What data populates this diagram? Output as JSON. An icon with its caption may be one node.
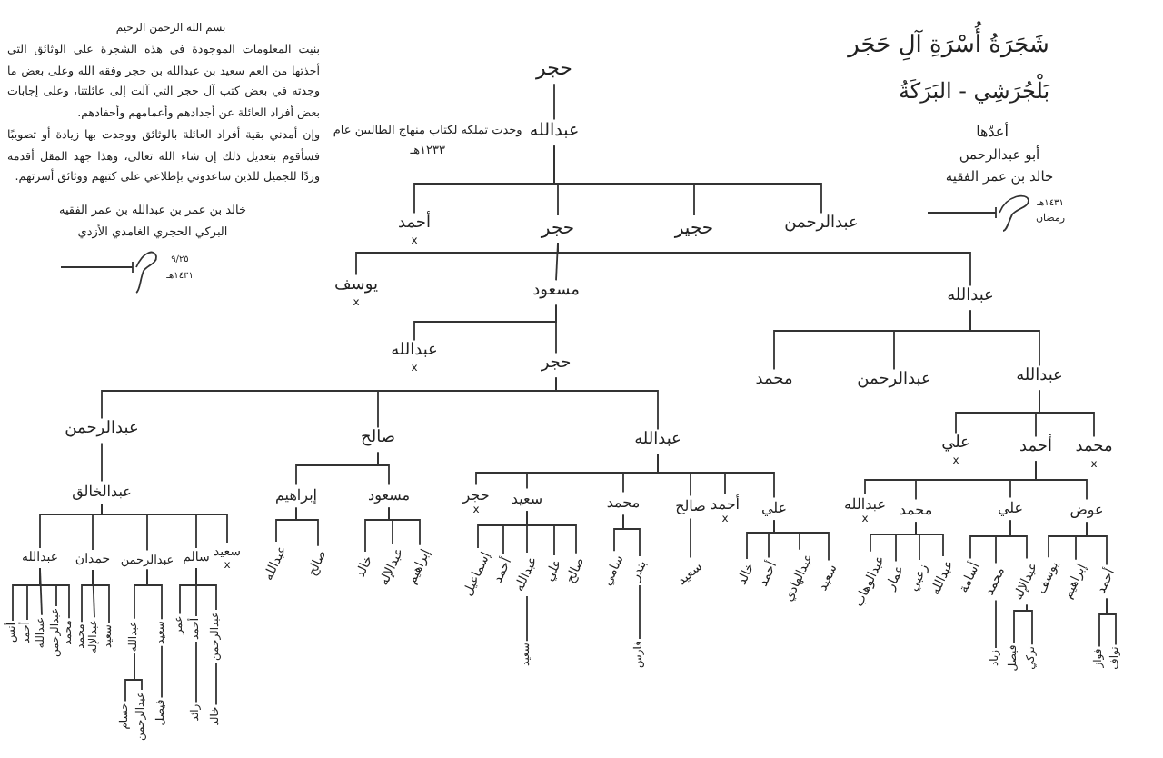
{
  "diagram": {
    "title": "شَجَرَةُ أُسْرَةِ آلِ حَجَر",
    "nodes": [
      {
        "text": [
          "حجر"
        ]
      },
      {
        "text": [
          "عبدالله"
        ],
        "beside": [
          "وجدت تملكه لكتاب منهاج الطالبين عام ١٢٣٣هـ"
        ]
      },
      {
        "text": [
          "عبدالرحمن"
        ]
      },
      {
        "text": [
          "حجير"
        ]
      },
      {
        "text": [
          "حجر"
        ]
      },
      {
        "text": [
          "أحمد"
        ],
        "beside": [
          "x"
        ]
      },
      {
        "text": [
          "عبدالله"
        ]
      },
      {
        "text": [
          "مسعود"
        ]
      },
      {
        "text": [
          "يوسف"
        ],
        "beside": [
          "x"
        ]
      },
      {
        "text": [
          "عبدالله"
        ]
      },
      {
        "text": [
          "عبدالرحمن"
        ]
      },
      {
        "text": [
          "محمد"
        ]
      },
      {
        "text": [
          "محمد"
        ],
        "beside": [
          "x"
        ]
      },
      {
        "text": [
          "أحمد"
        ]
      },
      {
        "text": [
          "علي"
        ],
        "beside": [
          "x"
        ]
      },
      {
        "text": [
          "عوض"
        ]
      },
      {
        "text": [
          "علي"
        ]
      },
      {
        "text": [
          "محمد"
        ]
      },
      {
        "text": [
          "عبدالله"
        ],
        "beside": [
          "x"
        ]
      },
      {
        "text": [
          "أحمد"
        ]
      },
      {
        "text": [
          "إبراهيم"
        ]
      },
      {
        "text": [
          "يوسف"
        ]
      },
      {
        "text": [
          "نواف"
        ]
      },
      {
        "text": [
          "فواز"
        ]
      },
      {
        "text": [
          "عبدالإله"
        ]
      },
      {
        "text": [
          "محمد"
        ]
      },
      {
        "text": [
          "أسامة"
        ]
      },
      {
        "text": [
          "تركي"
        ]
      },
      {
        "text": [
          "فيصل"
        ]
      },
      {
        "text": [
          "زياد"
        ]
      },
      {
        "text": [
          "عبدالله"
        ]
      },
      {
        "text": [
          "زعبي"
        ]
      },
      {
        "text": [
          "عمار"
        ]
      },
      {
        "text": [
          "عبدالوهاب"
        ]
      },
      {
        "text": [
          "حجر"
        ]
      },
      {
        "text": [
          "عبدالله"
        ],
        "beside": [
          "x"
        ]
      },
      {
        "text": [
          "عبدالله"
        ]
      },
      {
        "text": [
          "صالح"
        ]
      },
      {
        "text": [
          "عبدالرحمن"
        ]
      },
      {
        "text": [
          "علي"
        ]
      },
      {
        "text": [
          "أحمد"
        ],
        "beside": [
          "x"
        ]
      },
      {
        "text": [
          "صالح"
        ]
      },
      {
        "text": [
          "محمد"
        ]
      },
      {
        "text": [
          "سعيد"
        ]
      },
      {
        "text": [
          "حجر"
        ],
        "beside": [
          "x"
        ]
      },
      {
        "text": [
          "سعيد"
        ]
      },
      {
        "text": [
          "عبدالهادي"
        ]
      },
      {
        "text": [
          "أحمد"
        ]
      },
      {
        "text": [
          "خالد"
        ]
      },
      {
        "text": [
          "سعيد"
        ]
      },
      {
        "text": [
          "بندر"
        ]
      },
      {
        "text": [
          "سامي"
        ]
      },
      {
        "text": [
          "فارس"
        ]
      },
      {
        "text": [
          "صالح"
        ]
      },
      {
        "text": [
          "علي"
        ]
      },
      {
        "text": [
          "عبدالله"
        ]
      },
      {
        "text": [
          "أحمد"
        ]
      },
      {
        "text": [
          "إسماعيل"
        ]
      },
      {
        "text": [
          "سعيد"
        ]
      },
      {
        "text": [
          "مسعود"
        ]
      },
      {
        "text": [
          "إبراهيم"
        ]
      },
      {
        "text": [
          "إبراهيم"
        ]
      },
      {
        "text": [
          "عبدالإله"
        ]
      },
      {
        "text": [
          "خالد"
        ]
      },
      {
        "text": [
          "صالح"
        ]
      },
      {
        "text": [
          "عبدالله"
        ]
      },
      {
        "text": [
          "عبدالخالق"
        ]
      },
      {
        "text": [
          "سعيد"
        ],
        "beside": [
          "x"
        ]
      },
      {
        "text": [
          "سالم"
        ]
      },
      {
        "text": [
          "عبدالرحمن"
        ]
      },
      {
        "text": [
          "حمدان"
        ]
      },
      {
        "text": [
          "عبدالله"
        ]
      },
      {
        "text": [
          "محمد"
        ]
      },
      {
        "text": [
          "عبدالرحمن"
        ]
      },
      {
        "text": [
          "عبدالله"
        ]
      },
      {
        "text": [
          "أحمد"
        ]
      },
      {
        "text": [
          "أنس"
        ]
      },
      {
        "text": [
          "سعيد"
        ]
      },
      {
        "text": [
          "عبدالإله"
        ]
      },
      {
        "text": [
          "محمد"
        ]
      },
      {
        "text": [
          "سعيد"
        ]
      },
      {
        "text": [
          "عبدالله"
        ]
      },
      {
        "text": [
          "عبدالرحمن"
        ]
      },
      {
        "text": [
          "حسام"
        ]
      },
      {
        "text": [
          "فيصل"
        ]
      },
      {
        "text": [
          "عبدالرحمن"
        ]
      },
      {
        "text": [
          "أحمد"
        ]
      },
      {
        "text": [
          "عمر"
        ]
      },
      {
        "text": [
          "رائد"
        ]
      },
      {
        "text": [
          "خالد"
        ]
      }
    ],
    "edges": [
      {
        "from": 0,
        "to": 1,
        "arrow": "none"
      },
      {
        "from": 1,
        "to": 2,
        "arrow": "none"
      },
      {
        "from": 1,
        "to": 3,
        "arrow": "none"
      },
      {
        "from": 1,
        "to": 4,
        "arrow": "none"
      },
      {
        "from": 1,
        "to": 5,
        "arrow": "none"
      },
      {
        "from": 4,
        "to": 6,
        "arrow": "none"
      },
      {
        "from": 4,
        "to": 7,
        "arrow": "none"
      },
      {
        "from": 4,
        "to": 8,
        "arrow": "none"
      },
      {
        "from": 6,
        "to": 9,
        "arrow": "none"
      },
      {
        "from": 6,
        "to": 10,
        "arrow": "none"
      },
      {
        "from": 6,
        "to": 11,
        "arrow": "none"
      },
      {
        "from": 9,
        "to": 12,
        "arrow": "none"
      },
      {
        "from": 9,
        "to": 13,
        "arrow": "none"
      },
      {
        "from": 9,
        "to": 14,
        "arrow": "none"
      },
      {
        "from": 13,
        "to": 15,
        "arrow": "none"
      },
      {
        "from": 13,
        "to": 16,
        "arrow": "none"
      },
      {
        "from": 13,
        "to": 17,
        "arrow": "none"
      },
      {
        "from": 13,
        "to": 18,
        "arrow": "none"
      },
      {
        "from": 15,
        "to": 19,
        "arrow": "none"
      },
      {
        "from": 15,
        "to": 20,
        "arrow": "none"
      },
      {
        "from": 15,
        "to": 21,
        "arrow": "none"
      },
      {
        "from": 19,
        "to": 22,
        "arrow": "none"
      },
      {
        "from": 19,
        "to": 23,
        "arrow": "none"
      },
      {
        "from": 16,
        "to": 24,
        "arrow": "none"
      },
      {
        "from": 16,
        "to": 25,
        "arrow": "none"
      },
      {
        "from": 16,
        "to": 26,
        "arrow": "none"
      },
      {
        "from": 24,
        "to": 27,
        "arrow": "none"
      },
      {
        "from": 24,
        "to": 28,
        "arrow": "none"
      },
      {
        "from": 25,
        "to": 29,
        "arrow": "none"
      },
      {
        "from": 17,
        "to": 30,
        "arrow": "none"
      },
      {
        "from": 17,
        "to": 31,
        "arrow": "none"
      },
      {
        "from": 17,
        "to": 32,
        "arrow": "none"
      },
      {
        "from": 17,
        "to": 33,
        "arrow": "none"
      },
      {
        "from": 7,
        "to": 34,
        "arrow": "none"
      },
      {
        "from": 7,
        "to": 35,
        "arrow": "none"
      },
      {
        "from": 34,
        "to": 36,
        "arrow": "none"
      },
      {
        "from": 34,
        "to": 37,
        "arrow": "none"
      },
      {
        "from": 34,
        "to": 38,
        "arrow": "none"
      },
      {
        "from": 36,
        "to": 39,
        "arrow": "none"
      },
      {
        "from": 36,
        "to": 40,
        "arrow": "none"
      },
      {
        "from": 36,
        "to": 41,
        "arrow": "none"
      },
      {
        "from": 36,
        "to": 42,
        "arrow": "none"
      },
      {
        "from": 36,
        "to": 43,
        "arrow": "none"
      },
      {
        "from": 36,
        "to": 44,
        "arrow": "none"
      },
      {
        "from": 39,
        "to": 45,
        "arrow": "none"
      },
      {
        "from": 39,
        "to": 46,
        "arrow": "none"
      },
      {
        "from": 39,
        "to": 47,
        "arrow": "none"
      },
      {
        "from": 39,
        "to": 48,
        "arrow": "none"
      },
      {
        "from": 41,
        "to": 49,
        "arrow": "none"
      },
      {
        "from": 42,
        "to": 50,
        "arrow": "none"
      },
      {
        "from": 42,
        "to": 51,
        "arrow": "none"
      },
      {
        "from": 50,
        "to": 52,
        "arrow": "none"
      },
      {
        "from": 43,
        "to": 53,
        "arrow": "none"
      },
      {
        "from": 43,
        "to": 54,
        "arrow": "none"
      },
      {
        "from": 43,
        "to": 55,
        "arrow": "none"
      },
      {
        "from": 43,
        "to": 56,
        "arrow": "none"
      },
      {
        "from": 43,
        "to": 57,
        "arrow": "none"
      },
      {
        "from": 55,
        "to": 58,
        "arrow": "none"
      },
      {
        "from": 37,
        "to": 59,
        "arrow": "none"
      },
      {
        "from": 37,
        "to": 60,
        "arrow": "none"
      },
      {
        "from": 59,
        "to": 61,
        "arrow": "none"
      },
      {
        "from": 59,
        "to": 62,
        "arrow": "none"
      },
      {
        "from": 59,
        "to": 63,
        "arrow": "none"
      },
      {
        "from": 60,
        "to": 64,
        "arrow": "none"
      },
      {
        "from": 60,
        "to": 65,
        "arrow": "none"
      },
      {
        "from": 38,
        "to": 66,
        "arrow": "none"
      },
      {
        "from": 66,
        "to": 67,
        "arrow": "none"
      },
      {
        "from": 66,
        "to": 68,
        "arrow": "none"
      },
      {
        "from": 66,
        "to": 69,
        "arrow": "none"
      },
      {
        "from": 66,
        "to": 70,
        "arrow": "none"
      },
      {
        "from": 66,
        "to": 71,
        "arrow": "none"
      },
      {
        "from": 71,
        "to": 72,
        "arrow": "none"
      },
      {
        "from": 71,
        "to": 73,
        "arrow": "none"
      },
      {
        "from": 71,
        "to": 74,
        "arrow": "none"
      },
      {
        "from": 71,
        "to": 75,
        "arrow": "none"
      },
      {
        "from": 71,
        "to": 76,
        "arrow": "none"
      },
      {
        "from": 70,
        "to": 77,
        "arrow": "none"
      },
      {
        "from": 70,
        "to": 78,
        "arrow": "none"
      },
      {
        "from": 70,
        "to": 79,
        "arrow": "none"
      },
      {
        "from": 69,
        "to": 80,
        "arrow": "none"
      },
      {
        "from": 69,
        "to": 81,
        "arrow": "none"
      },
      {
        "from": 81,
        "to": 82,
        "arrow": "none"
      },
      {
        "from": 81,
        "to": 83,
        "arrow": "none"
      },
      {
        "from": 80,
        "to": 84,
        "arrow": "none"
      },
      {
        "from": 68,
        "to": 85,
        "arrow": "none"
      },
      {
        "from": 68,
        "to": 86,
        "arrow": "none"
      },
      {
        "from": 68,
        "to": 87,
        "arrow": "none"
      },
      {
        "from": 86,
        "to": 88,
        "arrow": "none"
      },
      {
        "from": 85,
        "to": 89,
        "arrow": "none"
      }
    ],
    "labels": [
      "بَلْجُرَشِي - البَرَكَةُ",
      "أعدّها",
      "أبو عبدالرحمن",
      "خالد بن عمر الفقيه",
      "١٤٣١هـ",
      "رمضان",
      "بسم الله الرحمن الرحيم",
      "بنيت المعلومات الموجودة في هذه الشجرة على الوثائق التي أخذتها من العم سعيد بن عبدالله بن حجر وفقه الله وعلى بعض ما وجدته في بعض كتب آل حجر التي آلت إلى عائلتنا، وعلى إجابات بعض أفراد العائلة عن أجدادهم وأعمامهم وأحفادهم.",
      "وإن أمدني بقية أفراد العائلة بالوثائق ووجدت بها زيادة أو تصويبًا فسأقوم بتعديل ذلك إن شاء الله تعالى، وهذا جهد المقل أقدمه وردًا للجميل للذين ساعدوني بإطلاعي على كتبهم ووثائق أسرتهم.",
      "خالد بن عمر بن عبدالله بن عمر الفقيه",
      "البركي الحجري الغامدي الأزدي",
      "٩/٢٥",
      "١٤٣١هـ"
    ]
  }
}
